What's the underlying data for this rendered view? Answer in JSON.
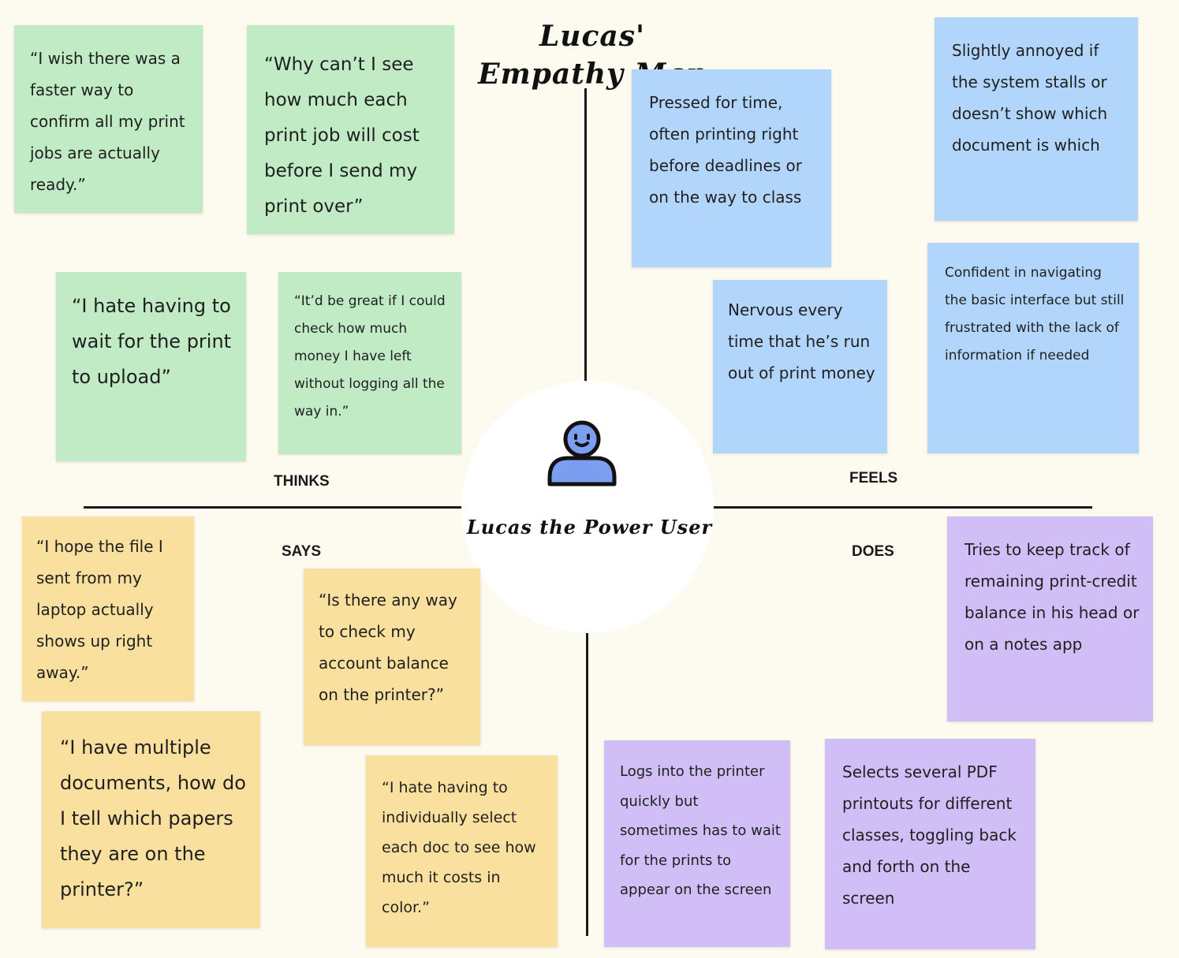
{
  "title": "Lucas' Empathy Map",
  "persona": {
    "name": "Lucas the Power User",
    "avatar_icon": "user-icon",
    "avatar_color": "#7b9ef0"
  },
  "quadrants": {
    "thinks": "THINKS",
    "feels": "FEELS",
    "says": "SAYS",
    "does": "DOES"
  },
  "thinks_notes": [
    "“I wish there was a faster way to confirm all my print jobs are actually ready.”",
    "“Why can’t I see how much each print job will cost before I send my print over”",
    "“I hate having to wait for the print to upload”",
    "“It’d be great if I could check how much money I have left without logging all the way in.”"
  ],
  "feels_notes": [
    "Pressed for time, often printing right before deadlines or on the way to class",
    "Slightly annoyed if the system stalls or doesn’t show which document is which",
    "Nervous every time that he’s run out of print money",
    "Confident in navigating the basic interface but still frustrated with the lack of information if needed"
  ],
  "says_notes": [
    "“I hope the file I sent from my laptop actually shows up right away.”",
    "“Is there any way to check my account balance on the printer?”",
    "“I have multiple documents, how do I tell which papers they are on the printer?”",
    "“I hate having to individually select each doc to see how much it costs in color.”"
  ],
  "does_notes": [
    "Tries to keep track of remaining print-credit balance in his head or on a notes app",
    "Logs into the printer quickly but sometimes has to wait for the prints to appear on the screen",
    "Selects several PDF printouts for different classes, toggling back and forth on the screen"
  ],
  "colors": {
    "thinks": "#c0ebc4",
    "feels": "#b2d6fb",
    "says": "#f9e09f",
    "does": "#d0bff7",
    "background": "#fdfaf0"
  }
}
